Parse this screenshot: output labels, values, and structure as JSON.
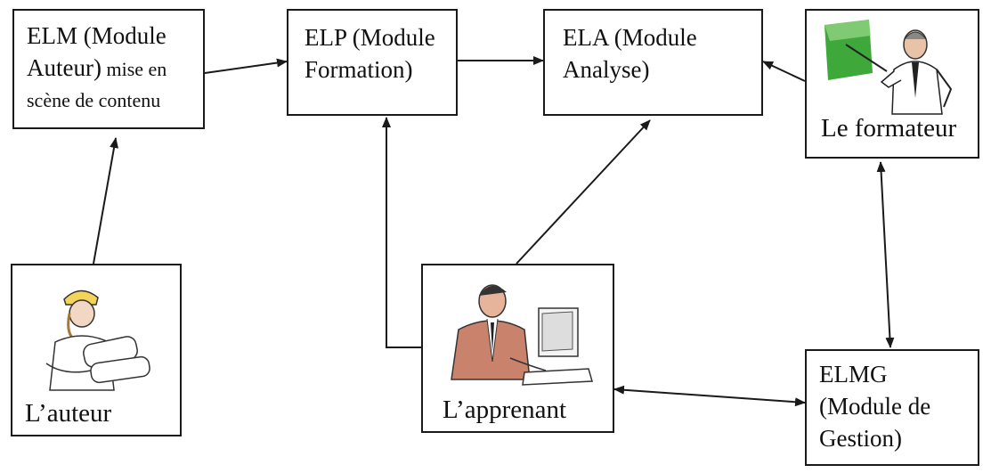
{
  "nodes": {
    "elm": {
      "line1": "ELM (Module",
      "line2a": "Auteur)",
      "line2b": " mise en",
      "line3": "scène de contenu"
    },
    "elp": {
      "line1": "ELP (Module",
      "line2": "Formation)"
    },
    "ela": {
      "line1": "ELA (Module",
      "line2": "Analyse)"
    },
    "formateur": {
      "label": "Le formateur",
      "icon": "teacher-at-board-icon"
    },
    "auteur": {
      "label": "L’auteur",
      "icon": "architect-with-blueprints-icon"
    },
    "apprenant": {
      "label": "L’apprenant",
      "icon": "person-at-computer-icon"
    },
    "elmg": {
      "line1": "ELMG",
      "line2": "(Module de",
      "line3": "Gestion)"
    }
  },
  "edges": [
    {
      "from": "auteur",
      "to": "elm",
      "kind": "arrow"
    },
    {
      "from": "elm",
      "to": "elp",
      "kind": "arrow"
    },
    {
      "from": "elp",
      "to": "ela",
      "kind": "arrow"
    },
    {
      "from": "formateur",
      "to": "ela",
      "kind": "arrow"
    },
    {
      "from": "apprenant",
      "to": "elp",
      "kind": "arrow"
    },
    {
      "from": "apprenant",
      "to": "ela",
      "kind": "arrow"
    },
    {
      "from": "formateur",
      "to": "elmg",
      "kind": "double-arrow"
    },
    {
      "from": "apprenant",
      "to": "elmg",
      "kind": "double-arrow"
    }
  ],
  "colors": {
    "line": "#1a1a1a",
    "board": "#3fa83a",
    "skin": "#c98a6a",
    "shirt": "#c9826b"
  }
}
